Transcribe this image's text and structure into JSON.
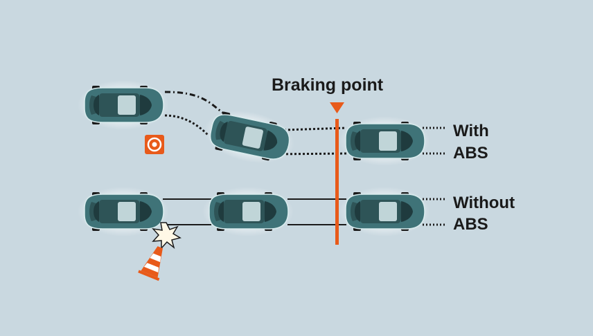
{
  "labels": {
    "braking_point": "Braking point",
    "with_abs_line1": "With",
    "with_abs_line2": "ABS",
    "without_abs_line1": "Without",
    "without_abs_line2": "ABS"
  },
  "colors": {
    "background": "#c9d8e0",
    "braking_marker": "#e85a1a",
    "car_body": "#3f7378",
    "car_roof": "#2e5457",
    "car_glass": "#1f3b3e",
    "car_highlight": "#d9ecee",
    "cone": "#e85a1a",
    "obstacle_target": "#e85a1a",
    "path_line": "#1a1a1a"
  },
  "icons": {
    "obstacle": "target-icon",
    "cone": "traffic-cone-icon",
    "collision": "collision-burst-icon",
    "marker": "triangle-down-icon"
  }
}
